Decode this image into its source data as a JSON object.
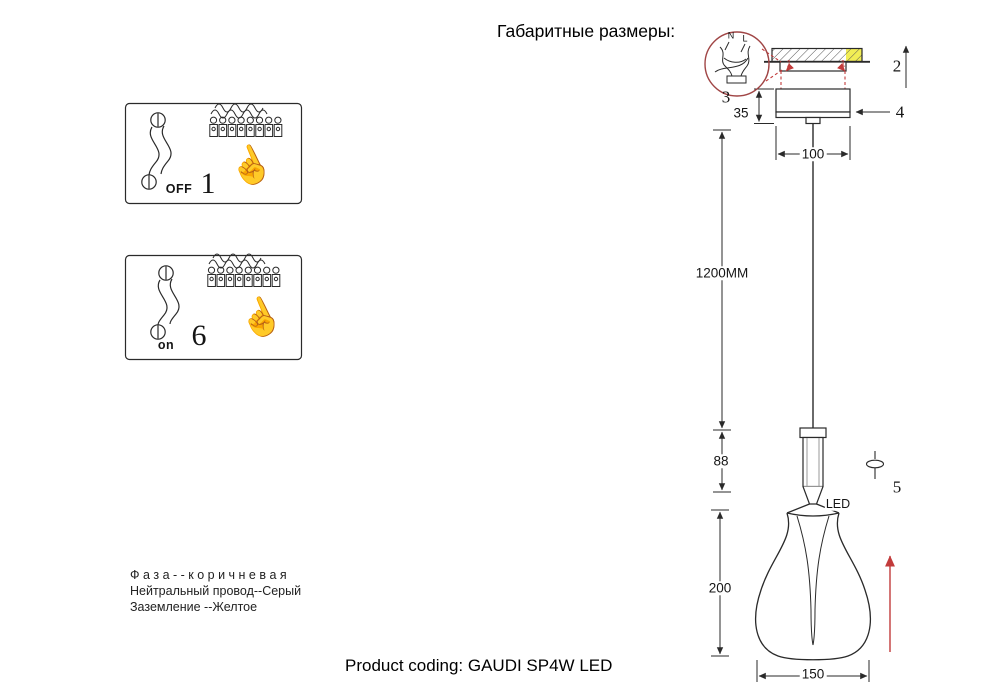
{
  "title": "Габаритные размеры:",
  "product_coding": "Product coding: GAUDI SP4W LED",
  "wire_legend": {
    "phase": "Ф а з а - - к о р и ч н е в а я",
    "neutral": "Нейтральный провод--Серый",
    "ground": "Заземление --Желтое"
  },
  "steps": [
    {
      "number": "1",
      "switch_state": "OFF"
    },
    {
      "number": "6",
      "switch_state": "on"
    }
  ],
  "dimensions": {
    "canopy_height": "35",
    "canopy_width": "100",
    "cable_length": "1200MM",
    "holder_height": "88",
    "shade_height": "200",
    "shade_width": "150"
  },
  "part_numbers": {
    "rod": "2",
    "wiring": "3",
    "canopy": "4",
    "adjuster": "5",
    "screw_left": "1",
    "screw_right": "1"
  },
  "labels": {
    "led": "LED",
    "wire_n": "N",
    "wire_l": "L"
  },
  "icons": {
    "hand": "☝"
  },
  "colors": {
    "accent_red": "#c23b3b",
    "ceiling_yellow": "#f2ee55",
    "ink": "#2a2a2a"
  }
}
